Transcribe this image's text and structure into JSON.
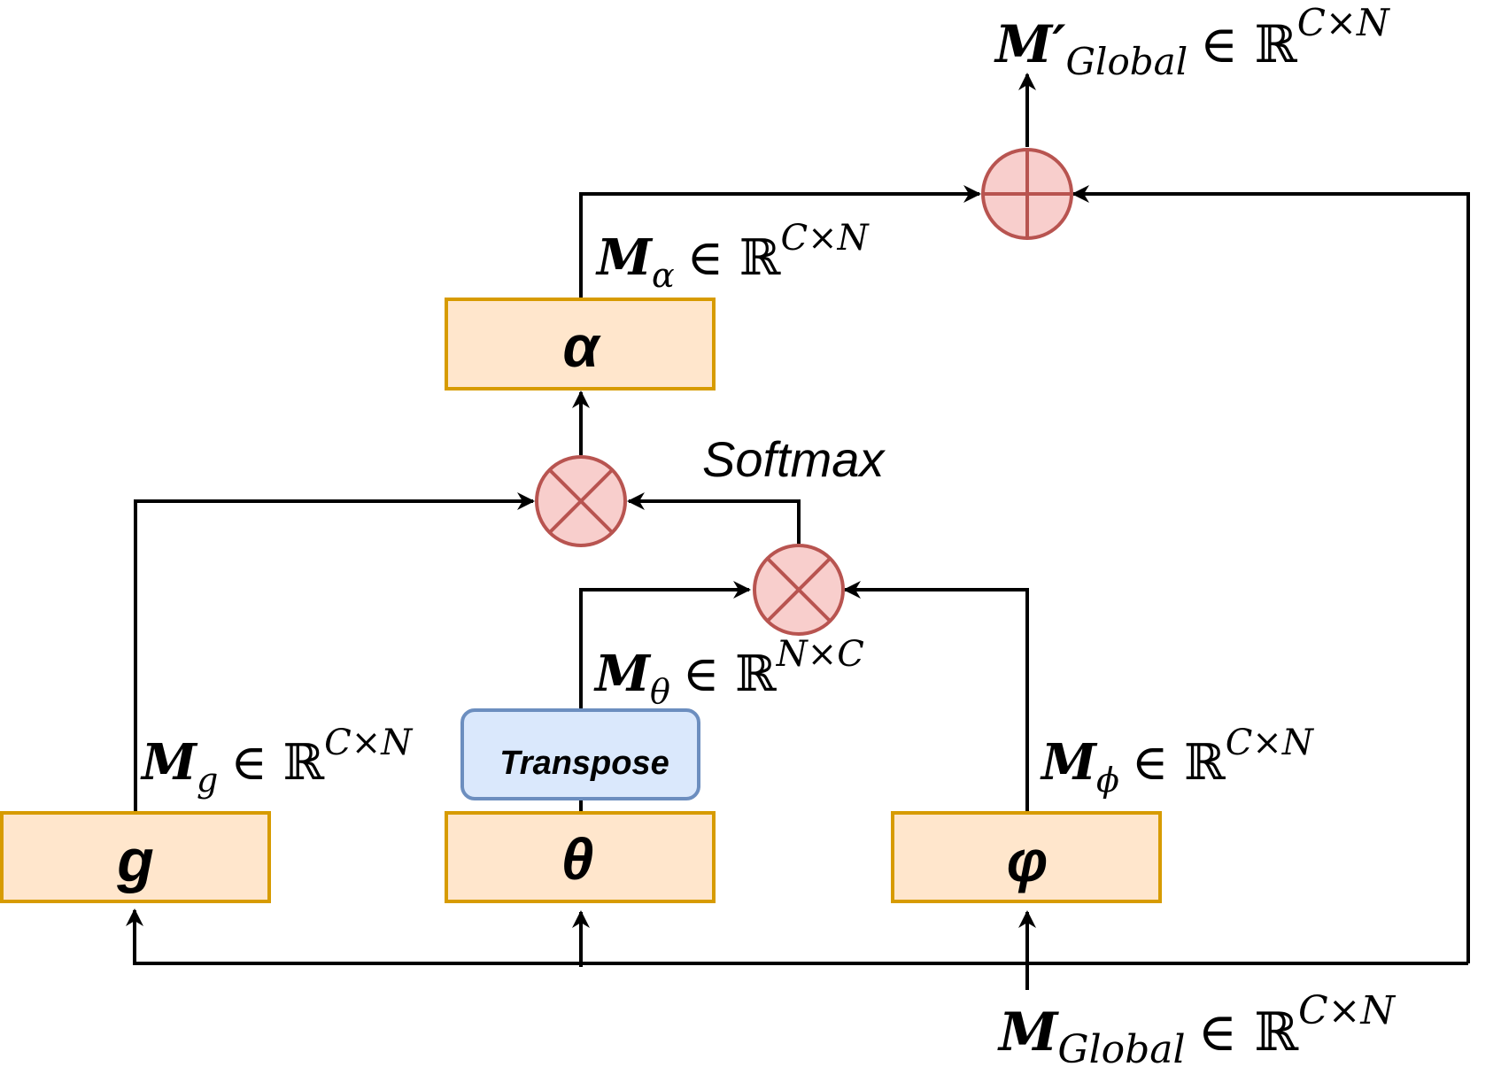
{
  "blocks": {
    "g": "g",
    "theta": "θ",
    "phi": "φ",
    "alpha": "α",
    "transpose": "Transpose"
  },
  "labels": {
    "softmax": "Softmax",
    "m_g": {
      "base": "M",
      "sub": "g",
      "rel": "∈ ℝ",
      "sup": "C×N"
    },
    "m_theta": {
      "base": "M",
      "sub": "θ",
      "rel": "∈ ℝ",
      "sup": "N×C"
    },
    "m_phi": {
      "base": "M",
      "sub": "ϕ",
      "rel": "∈ ℝ",
      "sup": "C×N"
    },
    "m_alpha": {
      "base": "M",
      "sub": "α",
      "rel": "∈ ℝ",
      "sup": "C×N"
    },
    "m_global": {
      "base": "M",
      "sub": "Global",
      "rel": "∈ ℝ",
      "sup": "C×N"
    },
    "m_global_out": {
      "base": "M′",
      "sub": "Global",
      "rel": "∈ ℝ",
      "sup": "C×N"
    }
  },
  "colors": {
    "block_fill": "#ffe6cc",
    "block_stroke": "#d79b00",
    "transpose_fill": "#dae8fc",
    "transpose_stroke": "#6c8ebf",
    "op_fill": "#f8cecc",
    "op_stroke": "#b85450",
    "line": "#000000"
  }
}
